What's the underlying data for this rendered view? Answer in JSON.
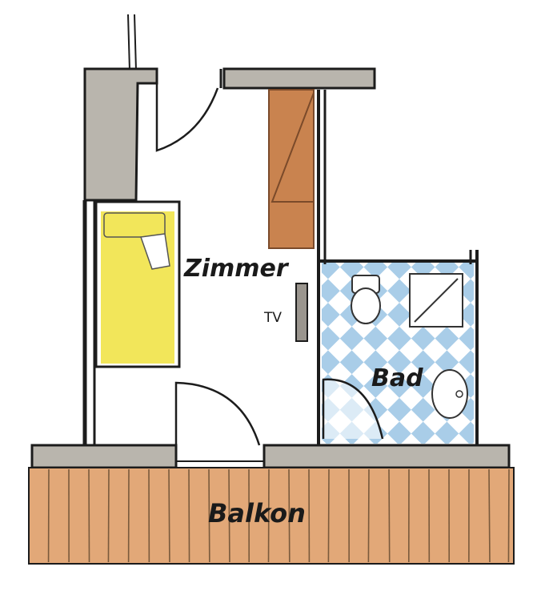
{
  "rooms": {
    "zimmer": "Zimmer",
    "bad": "Bad",
    "balkon": "Balkon"
  },
  "fixtures": {
    "tv": "TV"
  },
  "colors": {
    "wall_gray": "#b9b5ad",
    "wall_line": "#1c1c1c",
    "bed_yellow": "#f2e65a",
    "wardrobe_brown": "#c9834f",
    "tile_blue": "#a9cde8",
    "balcony_wood": "#e2a878",
    "balcony_stripe": "#7a5a3c"
  }
}
